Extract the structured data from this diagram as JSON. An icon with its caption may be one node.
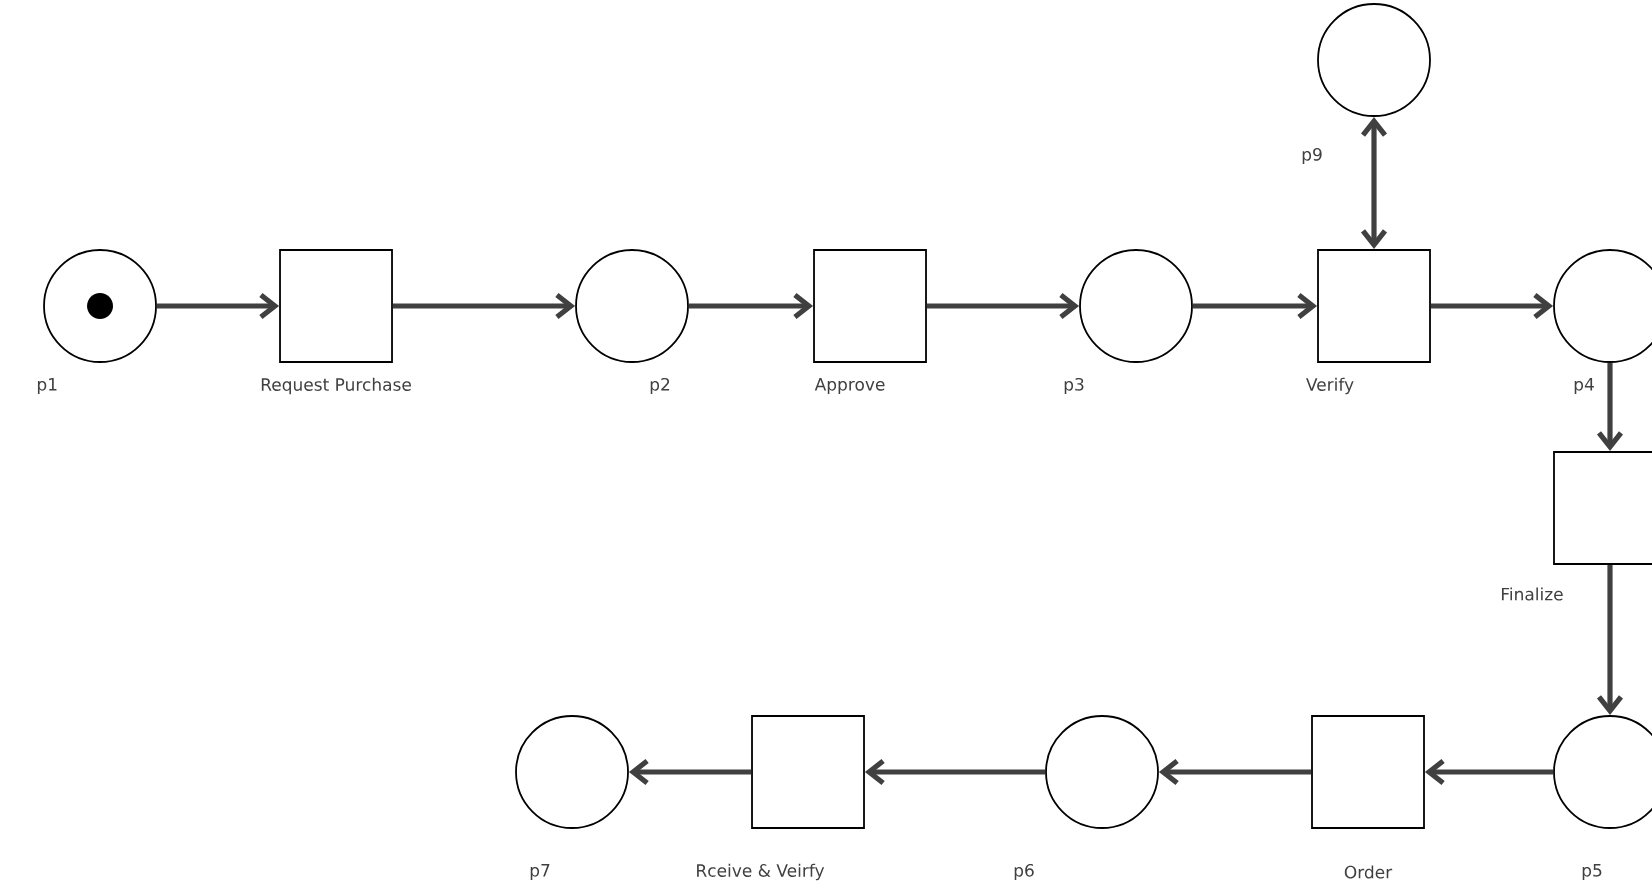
{
  "diagram": {
    "nodes": [
      {
        "text": [],
        "shape": "circle",
        "beside": [
          "p1"
        ]
      },
      {
        "text": [],
        "shape": "box",
        "beside": [
          "Request Purchase"
        ]
      },
      {
        "text": [],
        "shape": "circle",
        "beside": [
          "p2"
        ]
      },
      {
        "text": [],
        "shape": "box",
        "beside": [
          "Approve"
        ]
      },
      {
        "text": [],
        "shape": "circle",
        "beside": [
          "p3"
        ]
      },
      {
        "text": [],
        "shape": "box",
        "beside": [
          "Verify"
        ]
      },
      {
        "text": [],
        "shape": "circle",
        "beside": [
          "p4"
        ]
      },
      {
        "text": [],
        "shape": "box",
        "beside": [
          "Finalize"
        ]
      },
      {
        "text": [],
        "shape": "circle",
        "beside": [
          "p5"
        ]
      },
      {
        "text": [],
        "shape": "box",
        "beside": [
          "Order"
        ]
      },
      {
        "text": [],
        "shape": "circle",
        "beside": [
          "p6"
        ]
      },
      {
        "text": [],
        "shape": "box",
        "beside": [
          "Rceive & Veirfy"
        ]
      },
      {
        "text": [],
        "shape": "circle",
        "beside": [
          "p7"
        ]
      },
      {
        "text": [],
        "shape": "circle",
        "beside": [
          "p9"
        ]
      }
    ],
    "edges": [
      {
        "from": 0,
        "to": 1,
        "arrow": "to"
      },
      {
        "from": 1,
        "to": 2,
        "arrow": "to"
      },
      {
        "from": 2,
        "to": 3,
        "arrow": "to"
      },
      {
        "from": 3,
        "to": 4,
        "arrow": "to"
      },
      {
        "from": 4,
        "to": 5,
        "arrow": "to"
      },
      {
        "from": 5,
        "to": 6,
        "arrow": "to"
      },
      {
        "from": 6,
        "to": 7,
        "arrow": "to"
      },
      {
        "from": 7,
        "to": 8,
        "arrow": "to"
      },
      {
        "from": 8,
        "to": 9,
        "arrow": "to"
      },
      {
        "from": 9,
        "to": 10,
        "arrow": "to"
      },
      {
        "from": 10,
        "to": 11,
        "arrow": "to"
      },
      {
        "from": 11,
        "to": 12,
        "arrow": "to"
      },
      {
        "from": 13,
        "to": 5,
        "arrow": "both"
      }
    ]
  }
}
